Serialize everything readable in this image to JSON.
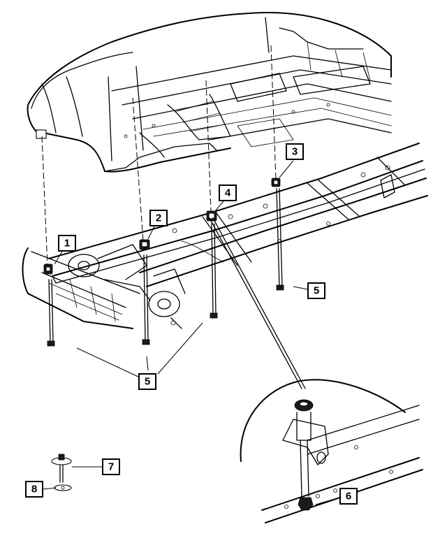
{
  "callouts": {
    "c1": "1",
    "c2": "2",
    "c3": "3",
    "c4": "4",
    "c5a": "5",
    "c5b": "5",
    "c6": "6",
    "c7": "7",
    "c8": "8"
  },
  "colors": {
    "ink": "#000000",
    "background": "#ffffff"
  }
}
